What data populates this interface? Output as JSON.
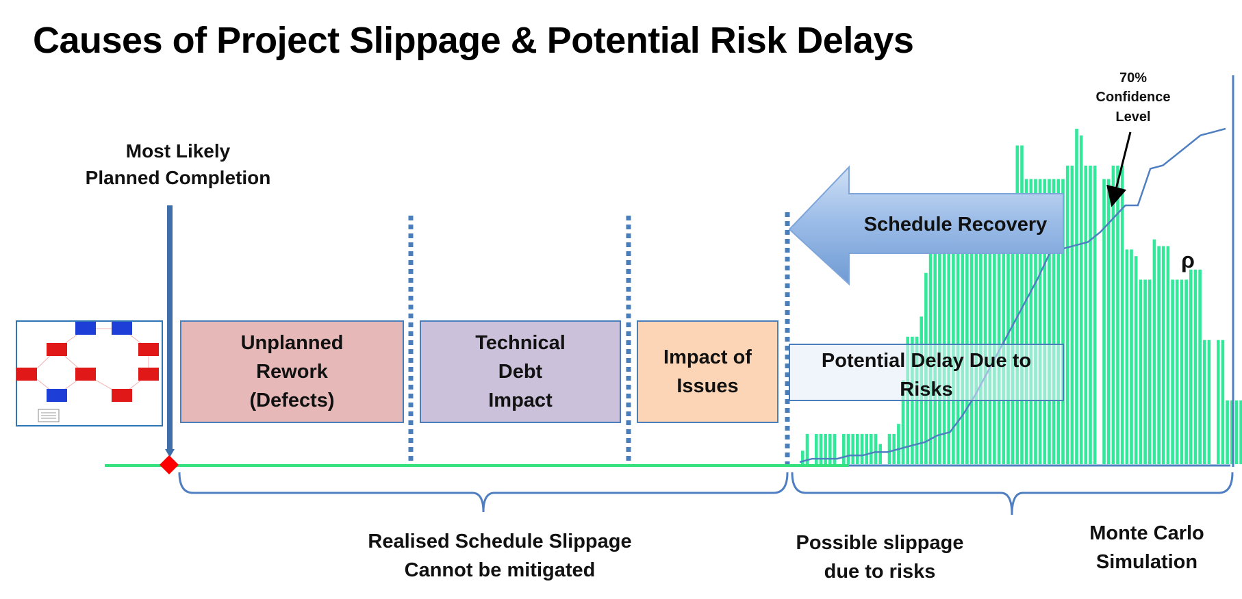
{
  "title": "Causes of Project Slippage & Potential Risk Delays",
  "milestone_label": "Most Likely\nPlanned Completion",
  "boxes": {
    "rework": "Unplanned\nRework\n(Defects)",
    "tech_debt": "Technical\nDebt\nImpact",
    "issues": "Impact of\nIssues",
    "risk_delay": "Potential Delay Due to\nRisks"
  },
  "recovery_arrow_label": "Schedule Recovery",
  "confidence_label": "70%\nConfidence\nLevel",
  "rho_label": "ρ",
  "brace_labels": {
    "realised": "Realised Schedule Slippage\nCannot be mitigated",
    "possible": "Possible slippage\ndue to risks",
    "monte_carlo": "Monte Carlo\nSimulation"
  },
  "colors": {
    "timeline": "#33e07a",
    "histogram": "#33e89a",
    "axis_blue": "#4f7fc0",
    "rework_fill": "#e6b9b8",
    "tech_debt_fill": "#ccc1da",
    "issues_fill": "#fbd5b5",
    "risk_fill": "#e4ecf7",
    "milestone": "#ff0000"
  },
  "chart_data": {
    "type": "bar",
    "histogram_values": [
      4,
      9,
      0,
      9,
      9,
      9,
      9,
      9,
      0,
      9,
      9,
      9,
      9,
      9,
      9,
      9,
      9,
      6,
      0,
      9,
      9,
      12,
      25,
      38,
      38,
      38,
      44,
      57,
      64,
      64,
      64,
      64,
      64,
      71,
      71,
      71,
      71,
      71,
      71,
      71,
      71,
      71,
      71,
      71,
      71,
      75,
      75,
      95,
      95,
      85,
      85,
      85,
      85,
      85,
      85,
      85,
      85,
      85,
      89,
      89,
      100,
      98,
      89,
      89,
      89,
      0,
      85,
      85,
      89,
      89,
      89,
      64,
      64,
      62,
      55,
      55,
      55,
      67,
      65,
      65,
      65,
      55,
      55,
      55,
      55,
      58,
      58,
      58,
      37,
      37,
      0,
      37,
      37,
      19,
      19,
      19,
      19,
      19,
      19
    ],
    "cumulative_values": [
      0,
      1,
      1,
      1,
      2,
      2,
      3,
      3,
      4,
      5,
      6,
      8,
      9,
      14,
      20,
      27,
      34,
      41,
      48,
      55,
      63,
      64,
      65,
      66,
      69,
      73,
      77,
      77,
      88,
      89,
      92,
      95,
      98,
      99,
      100
    ]
  }
}
